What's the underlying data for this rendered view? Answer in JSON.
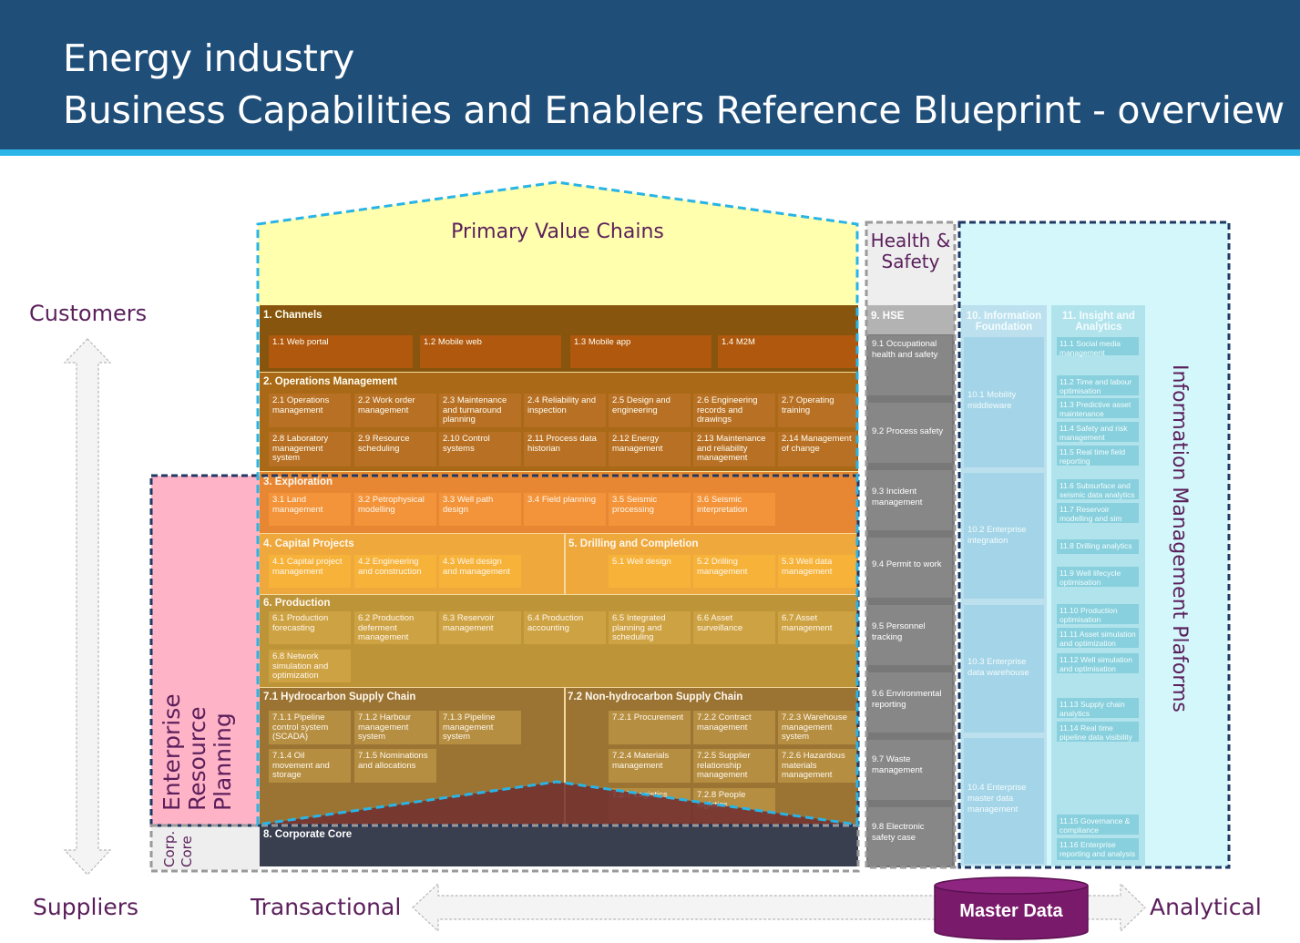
{
  "header": {
    "line1": "Energy industry",
    "line2": "Business Capabilities and Enablers Reference Blueprint - overview"
  },
  "sides": {
    "customers": "Customers",
    "suppliers": "Suppliers",
    "transactional": "Transactional",
    "analytical": "Analytical",
    "master_data": "Master Data"
  },
  "regions": {
    "primary_value_chains": "Primary Value Chains",
    "health_safety_1": "Health &",
    "health_safety_2": "Safety",
    "imp": "Information Management Plaforms",
    "erp_1": "Enterprise",
    "erp_2": "Resource",
    "erp_3": "Planning",
    "corp_1": "Corp.",
    "corp_2": "Core"
  },
  "colors": {
    "header": "#1f4e79",
    "accent_line": "#2bb5e8",
    "label_purple": "#5b1f5b",
    "channels": "#7a4200",
    "channel_cell": "#a84600",
    "operations": "#a0580b",
    "ops_cell": "#b0601a",
    "exploration": "#e47a24",
    "exploration_cell": "#f2892c",
    "capital": "#eda22e",
    "capital_cell": "#f7ae2a",
    "production": "#b38a2a",
    "production_cell": "#c59a36",
    "supply": "#8a6424",
    "supply_cell": "#a98334",
    "corporate_core": "#3a3f4f",
    "hse": "#6e6e6e",
    "info_foundation": "#93c8e0",
    "insight": "#6fc3d3",
    "pvc_area": "#ffffb3",
    "imp_area": "#d3f7fb",
    "erp_area": "#ffb6c8"
  },
  "bands": {
    "channels": {
      "title": "1. Channels",
      "items": [
        "1.1 Web portal",
        "1.2 Mobile web",
        "1.3 Mobile app",
        "1.4 M2M"
      ]
    },
    "operations": {
      "title": "2. Operations Management",
      "items": [
        "2.1 Operations management",
        "2.2 Work order management",
        "2.3 Maintenance and turnaround planning",
        "2.4 Reliability and inspection",
        "2.5 Design and engineering",
        "2.6 Engineering records and drawings",
        "2.7 Operating training",
        "2.8 Laboratory management system",
        "2.9 Resource scheduling",
        "2.10 Control systems",
        "2.11 Process data historian",
        "2.12 Energy management",
        "2.13 Maintenance and reliability management",
        "2.14 Management of change"
      ]
    },
    "exploration": {
      "title": "3. Exploration",
      "items": [
        "3.1 Land management",
        "3.2 Petrophysical modelling",
        "3.3 Well path design",
        "3.4 Field planning",
        "3.5 Seismic processing",
        "3.6 Seismic interpretation"
      ]
    },
    "capital": {
      "title": "4. Capital Projects",
      "items": [
        "4.1 Capital project management",
        "4.2 Engineering and construction",
        "4.3 Well design and management"
      ]
    },
    "drilling": {
      "title": "5.  Drilling and Completion",
      "items": [
        "5.1 Well design",
        "5.2 Drilling management",
        "5.3 Well data management"
      ]
    },
    "production": {
      "title": "6. Production",
      "items": [
        "6.1 Production forecasting",
        "6.2 Production deferment management",
        "6.3 Reservoir management",
        "6.4 Production accounting",
        "6.5 Integrated planning and scheduling",
        "6.6 Asset surveillance",
        "6.7 Asset management",
        "6.8 Network simulation and optimization"
      ]
    },
    "hydrocarbon": {
      "title": "7.1 Hydrocarbon Supply Chain",
      "items": [
        "7.1.1 Pipeline control system (SCADA)",
        "7.1.2 Harbour management system",
        "7.1.3 Pipeline management system",
        "7.1.4 Oil movement and storage",
        "7.1.5 Nominations and allocations"
      ]
    },
    "nonhydrocarbon": {
      "title": "7.2 Non-hydrocarbon Supply Chain",
      "items": [
        "7.2.1 Procurement",
        "7.2.2 Contract management",
        "7.2.3 Warehouse management system",
        "7.2.4 Materials management",
        "7.2.5 Supplier relationship management",
        "7.2.6 Hazardous materials management",
        "7.2.7 Logistics",
        "7.2.8 People logistics"
      ]
    },
    "corporate": {
      "title": "8. Corporate Core"
    }
  },
  "hse": {
    "title": "9. HSE",
    "items": [
      "9.1 Occupational health and safety",
      "9.2 Process safety",
      "9.3 Incident management",
      "9.4 Permit to work",
      "9.5 Personnel tracking",
      "9.6 Environmental reporting",
      "9.7 Waste management",
      "9.8 Electronic safety case"
    ]
  },
  "info_foundation": {
    "title": "10. Information Foundation",
    "items": [
      "10.1 Mobility middleware",
      "10.2 Enterprise integration",
      "10.3 Enterprise data warehouse",
      "10.4 Enterprise master data management"
    ]
  },
  "insight": {
    "title": "11. Insight and Analytics",
    "items": [
      "11.1 Social media management",
      "11.2 Time and labour optimisation",
      "11.3 Predictive asset maintenance",
      "11.4 Safety and risk management",
      "11.5 Real time field reporting",
      "11.6 Subsurface and seismic data analytics",
      "11.7 Reservoir modelling and sim",
      "11.8 Drilling analytics",
      "11.9 Well lifecycle optimisation",
      "11.10 Production optimisation",
      "11.11 Asset simulation and optimization",
      "11.12 Well simulation and optimisation",
      "11.13 Supply chain analytics",
      "11.14 Real time pipeline data visibility",
      "11.15 Governance & compliance",
      "11.16 Enterprise reporting and analysis"
    ]
  }
}
